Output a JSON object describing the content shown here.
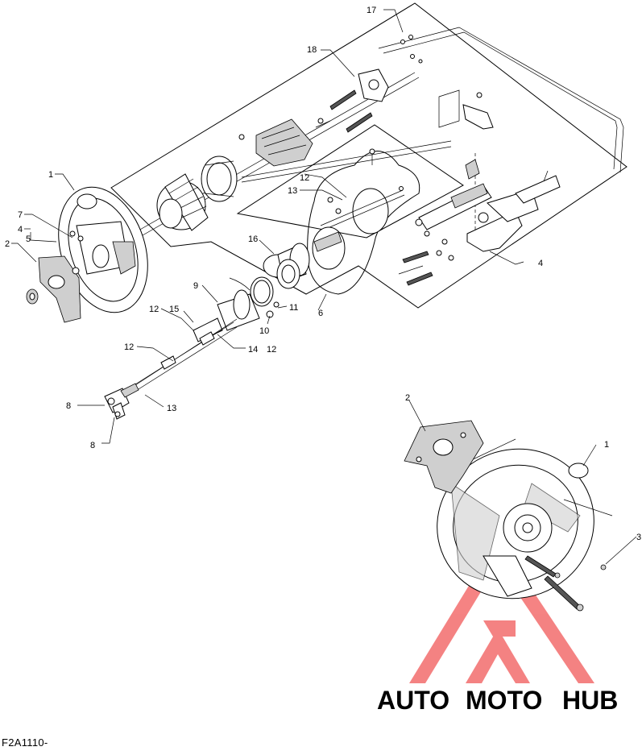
{
  "callouts": {
    "c1": "1",
    "c2": "2",
    "c3": "3",
    "c4": "4",
    "c5": "5",
    "c6": "6",
    "c7": "7",
    "c8": "8",
    "c9": "9",
    "c10": "10",
    "c11": "11",
    "c12": "12",
    "c13": "13",
    "c14": "14",
    "c15": "15",
    "c16": "16",
    "c17": "17",
    "c18": "18"
  },
  "watermark": {
    "part1": "AUTO",
    "part2": "MOTO",
    "part3": "HUB",
    "color_auto": "#f2c08a",
    "color_moto": "#f08585",
    "color_hub": "#7a7a7a",
    "color_logo": "#f26464"
  },
  "footer_code": "F2A1110-"
}
